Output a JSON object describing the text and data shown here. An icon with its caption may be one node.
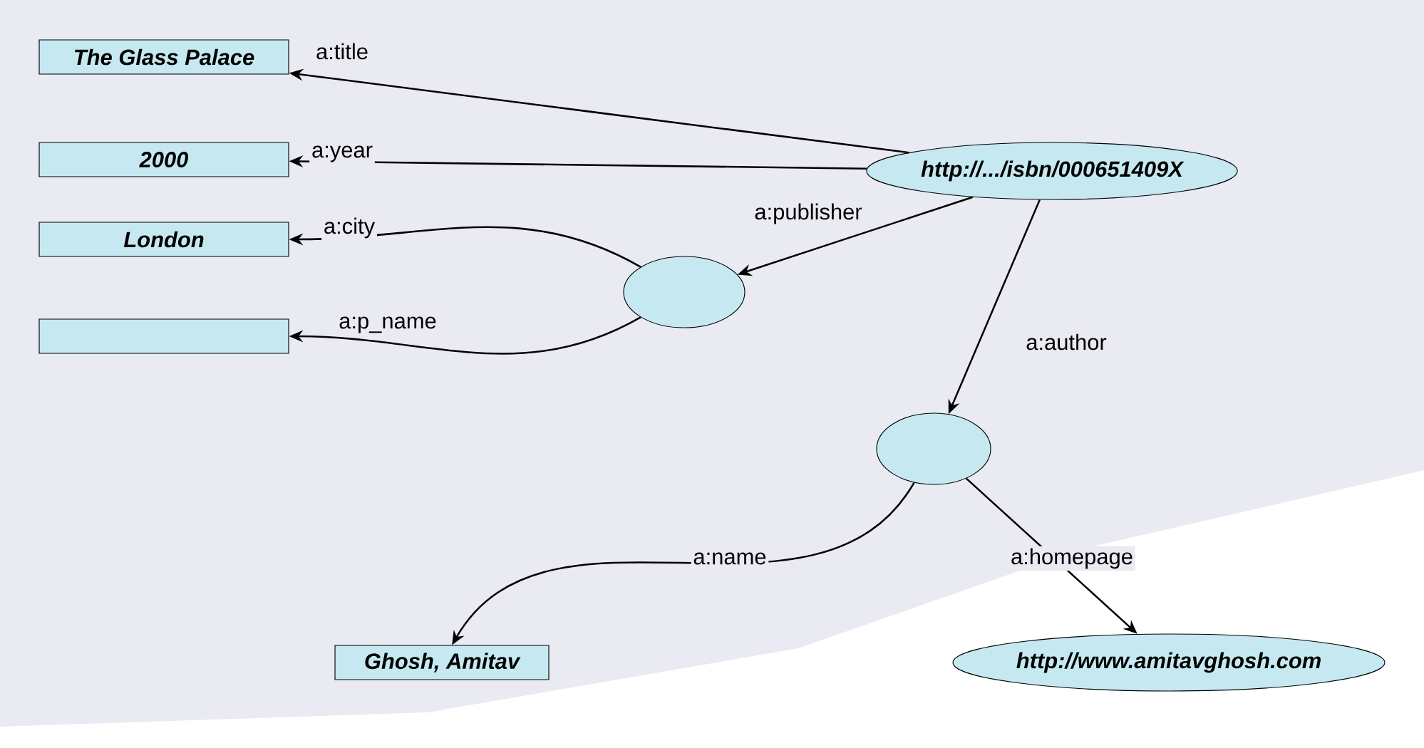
{
  "diagram": {
    "nodes": [
      {
        "text": [
          "The Glass Palace"
        ]
      },
      {
        "text": [
          "2000"
        ]
      },
      {
        "text": [
          "London"
        ]
      },
      {
        "text": [],
        "shape": "box"
      },
      {
        "text": [
          "http://.../isbn/000651409X"
        ]
      },
      {
        "text": [],
        "shape": "circle"
      },
      {
        "text": [],
        "shape": "circle"
      },
      {
        "text": [
          "Ghosh, Amitav"
        ]
      },
      {
        "text": [
          "http://www.amitavghosh.com"
        ]
      }
    ],
    "edges": [
      {
        "from": 4,
        "to": 0,
        "arrow": "to",
        "label": "a:title"
      },
      {
        "from": 4,
        "to": 1,
        "arrow": "to",
        "label": "a:year"
      },
      {
        "from": 4,
        "to": 5,
        "arrow": "to",
        "label": "a:publisher"
      },
      {
        "from": 5,
        "to": 2,
        "arrow": "to",
        "label": "a:city"
      },
      {
        "from": 5,
        "to": 3,
        "arrow": "to",
        "label": "a:p_name"
      },
      {
        "from": 4,
        "to": 6,
        "arrow": "to",
        "label": "a:author"
      },
      {
        "from": 6,
        "to": 7,
        "arrow": "to",
        "label": "a:name"
      },
      {
        "from": 6,
        "to": 8,
        "arrow": "to",
        "label": "a:homepage"
      }
    ]
  }
}
